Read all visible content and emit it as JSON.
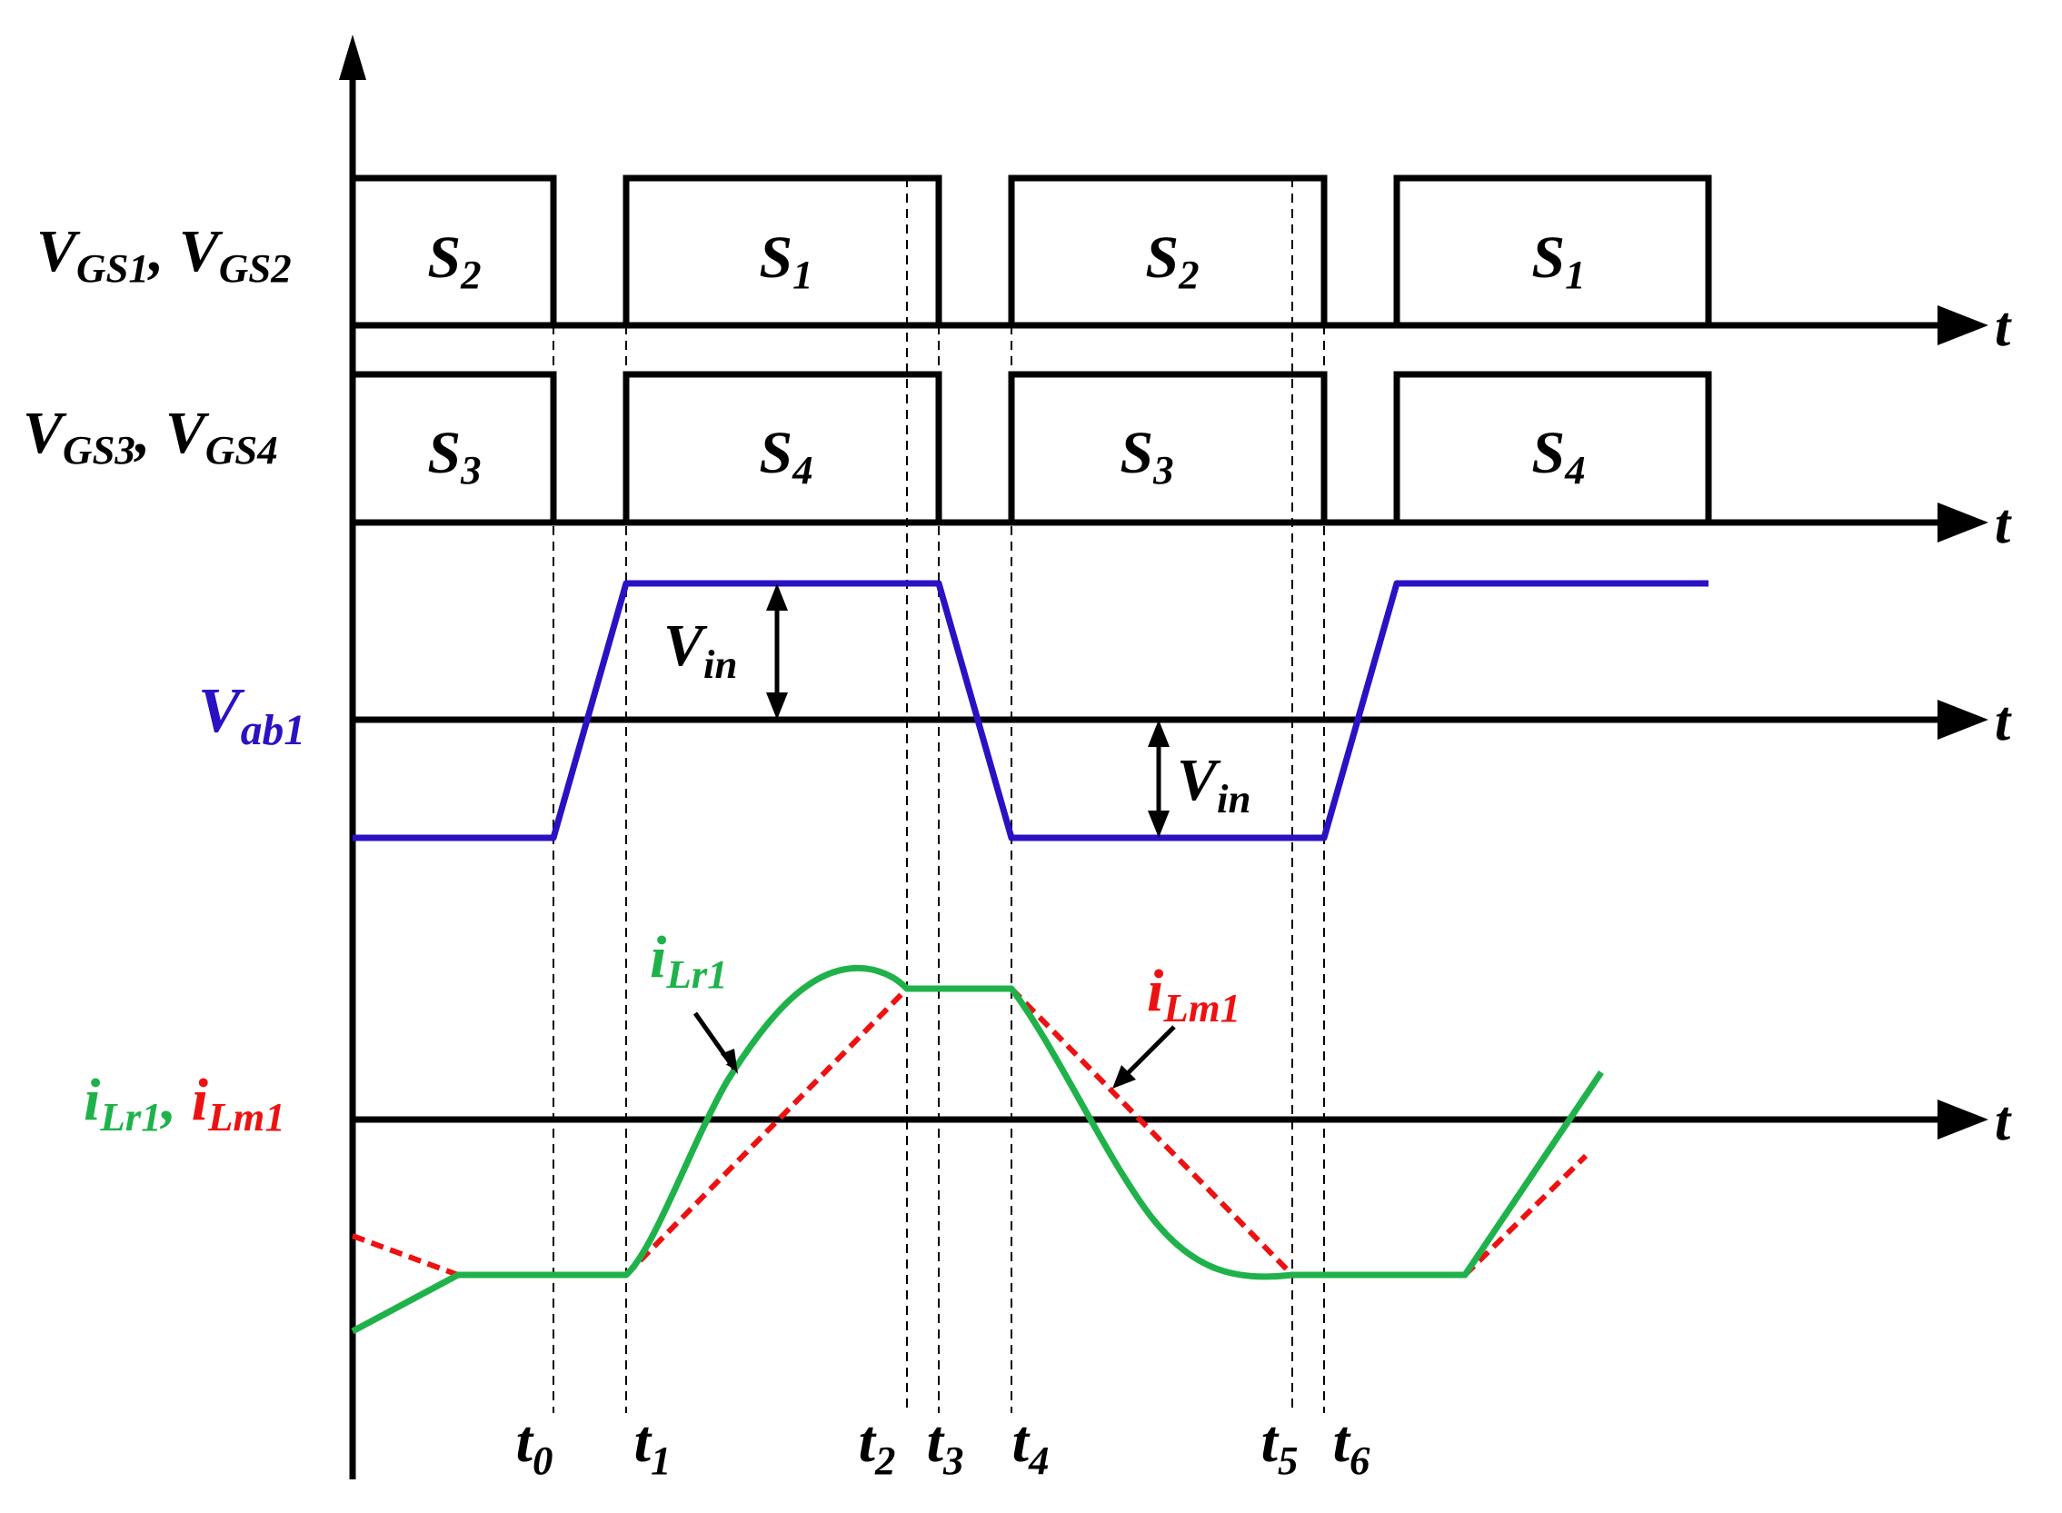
{
  "colors": {
    "axis": "#000000",
    "vab": "#2a12c4",
    "ilr": "#1fb24a",
    "ilm": "#ee1111"
  },
  "signals": {
    "vgs12": {
      "a": "V",
      "a_sub": "GS1",
      "sep": ", ",
      "b": "V",
      "b_sub": "GS2"
    },
    "vgs34": {
      "a": "V",
      "a_sub": "GS3",
      "sep": ", ",
      "b": "V",
      "b_sub": "GS4"
    },
    "vab": {
      "main": "V",
      "sub": "ab1"
    },
    "currents": {
      "a": "i",
      "a_sub": "Lr1",
      "sep": ", ",
      "b": "i",
      "b_sub": "Lm1"
    }
  },
  "pulses": {
    "row1": [
      {
        "s": "S",
        "n": "2"
      },
      {
        "s": "S",
        "n": "1"
      },
      {
        "s": "S",
        "n": "2"
      },
      {
        "s": "S",
        "n": "1"
      }
    ],
    "row2": [
      {
        "s": "S",
        "n": "3"
      },
      {
        "s": "S",
        "n": "4"
      },
      {
        "s": "S",
        "n": "3"
      },
      {
        "s": "S",
        "n": "4"
      }
    ]
  },
  "axis_label": "t",
  "annotations": {
    "vin_up": {
      "main": "V",
      "sub": "in"
    },
    "vin_down": {
      "main": "V",
      "sub": "in"
    },
    "ilr": {
      "main": "i",
      "sub": "Lr1"
    },
    "ilm": {
      "main": "i",
      "sub": "Lm1"
    }
  },
  "time_markers": [
    {
      "t": "t",
      "n": "0"
    },
    {
      "t": "t",
      "n": "1"
    },
    {
      "t": "t",
      "n": "2"
    },
    {
      "t": "t",
      "n": "3"
    },
    {
      "t": "t",
      "n": "4"
    },
    {
      "t": "t",
      "n": "5"
    },
    {
      "t": "t",
      "n": "6"
    }
  ]
}
